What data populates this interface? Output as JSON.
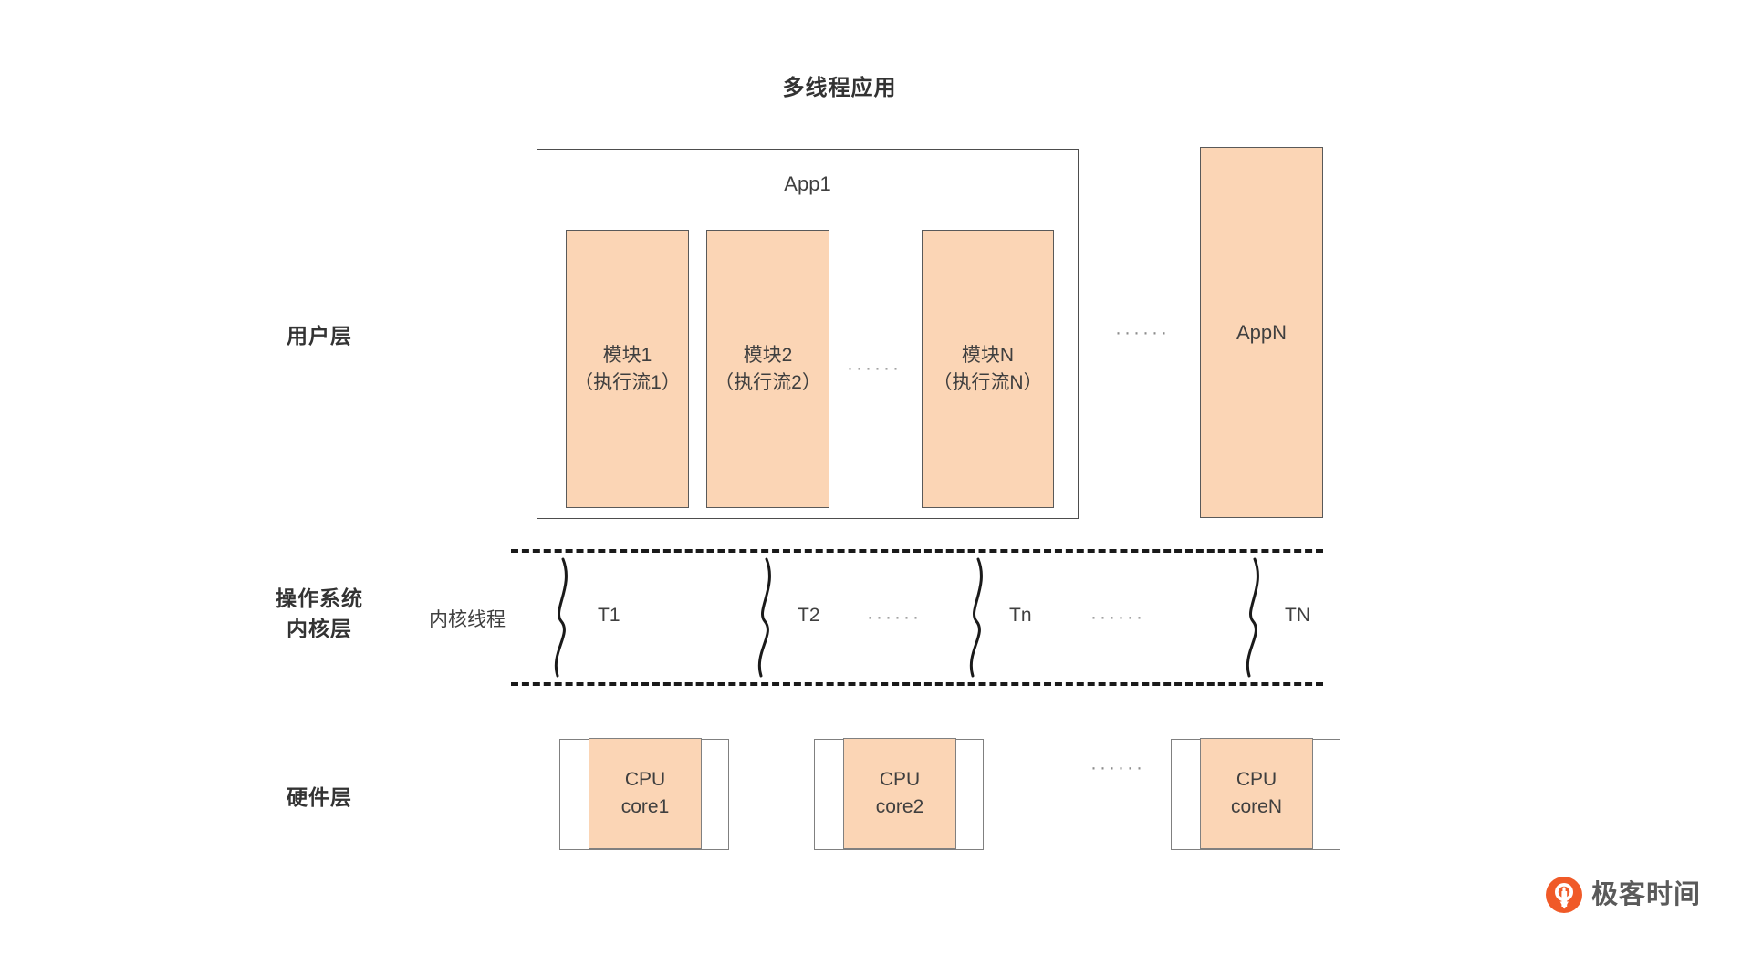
{
  "diagram": {
    "title": "多线程应用",
    "ellipsis": "······",
    "layers": {
      "user": "用户层",
      "kernel": "操作系统\n内核层",
      "kernel_line1": "操作系统",
      "kernel_line2": "内核层",
      "hardware": "硬件层"
    },
    "user_layer": {
      "app1": {
        "label": "App1",
        "modules": [
          {
            "line1": "模块1",
            "line2": "（执行流1）"
          },
          {
            "line1": "模块2",
            "line2": "（执行流2）"
          },
          {
            "line1": "模块N",
            "line2": "（执行流N）"
          }
        ]
      },
      "appn": {
        "label": "AppN"
      }
    },
    "kernel_layer": {
      "kernel_thread_label": "内核线程",
      "threads": [
        {
          "label": "T1"
        },
        {
          "label": "T2"
        },
        {
          "label": "Tn"
        },
        {
          "label": "TN"
        }
      ]
    },
    "hardware_layer": {
      "cores": [
        {
          "line1": "CPU",
          "line2": "core1"
        },
        {
          "line1": "CPU",
          "line2": "core2"
        },
        {
          "line1": "CPU",
          "line2": "coreN"
        }
      ]
    },
    "watermark": {
      "text": "极客时间"
    },
    "colors": {
      "fill_orange": "#fbd5b5",
      "border_gray": "#595959",
      "border_light_gray": "#808080",
      "text": "#3f3f3f",
      "dash": "#1a1a1a",
      "watermark_orange": "#f05a28",
      "watermark_text": "#5a5a5a"
    }
  }
}
